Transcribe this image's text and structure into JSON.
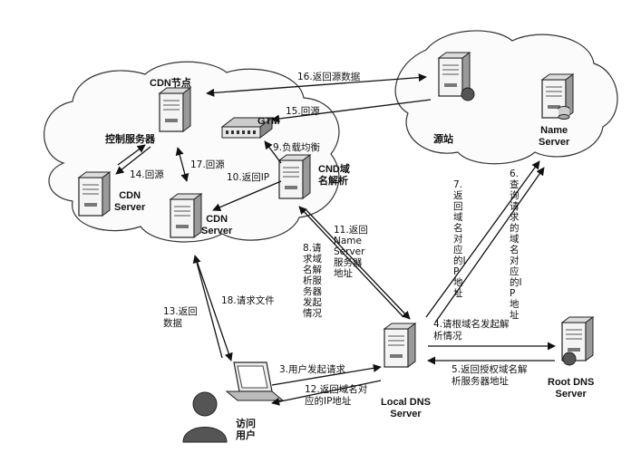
{
  "nodes": {
    "cdn_node": "CDN节点",
    "control_server": "控制服务器",
    "gtm": "GTM",
    "cdn_server_1": "CDN\nServer",
    "cdn_server_2": "CDN\nServer",
    "cnd_dns": "CND域\n名解析",
    "origin": "源站",
    "name_server": "Name\nServer",
    "local_dns": "Local DNS\nServer",
    "root_dns": "Root DNS\nServer",
    "user": "访问\n用户"
  },
  "edges": {
    "e16": "16.返回源数据",
    "e15": "15.回源",
    "e9": "9.负载均衡",
    "e17": "17.回源",
    "e14": "14.回源",
    "e10": "10.返回IP",
    "e11": "11.返回\nName\nServer\n服务器\n地址",
    "e8": "8.请\n求域\n名解\n析服\n务器\n发起\n情况",
    "e7": "7.返回域名对应的IP地址",
    "e6": "6.查询请求的域名对应的IP地址",
    "e4": "4.请根域名发起解\n析情况",
    "e5": "5.返回授权域名解\n析服务器地址",
    "e3": "3.用户发起请求",
    "e12": "12.返回域名对\n应的IP地址",
    "e13": "13.返回\n数据",
    "e18": "18.请求文件"
  }
}
